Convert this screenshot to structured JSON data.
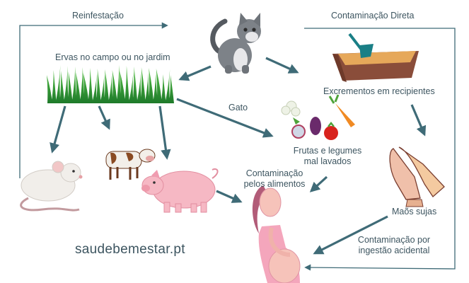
{
  "labels": {
    "reinfestation": "Reinfestação",
    "direct_contamination": "Contaminação Direta",
    "herbs": "Ervas no campo ou no jardim",
    "cat_path": "Gato",
    "excrement": "Excrementos em recipientes",
    "fruits_line1": "Frutas e legumes",
    "fruits_line2": "mal lavados",
    "food_contamination_line1": "Contaminação",
    "food_contamination_line2": "pelos alimentos",
    "dirty_hands": "Maõs sujas",
    "accidental_line1": "Contaminação por",
    "accidental_line2": "ingestão acidental"
  },
  "watermark": "saudebemestar.pt",
  "colors": {
    "arrow": "#3f6b77",
    "text": "#3d5560",
    "grass": "#2e9a34",
    "skin": "#f4a6bc"
  },
  "icons": [
    "cat-icon",
    "litter-box-icon",
    "grass-icon",
    "vegetables-icon",
    "mouse-icon",
    "cow-icon",
    "pig-icon",
    "praying-hands-icon",
    "pregnant-woman-icon"
  ]
}
